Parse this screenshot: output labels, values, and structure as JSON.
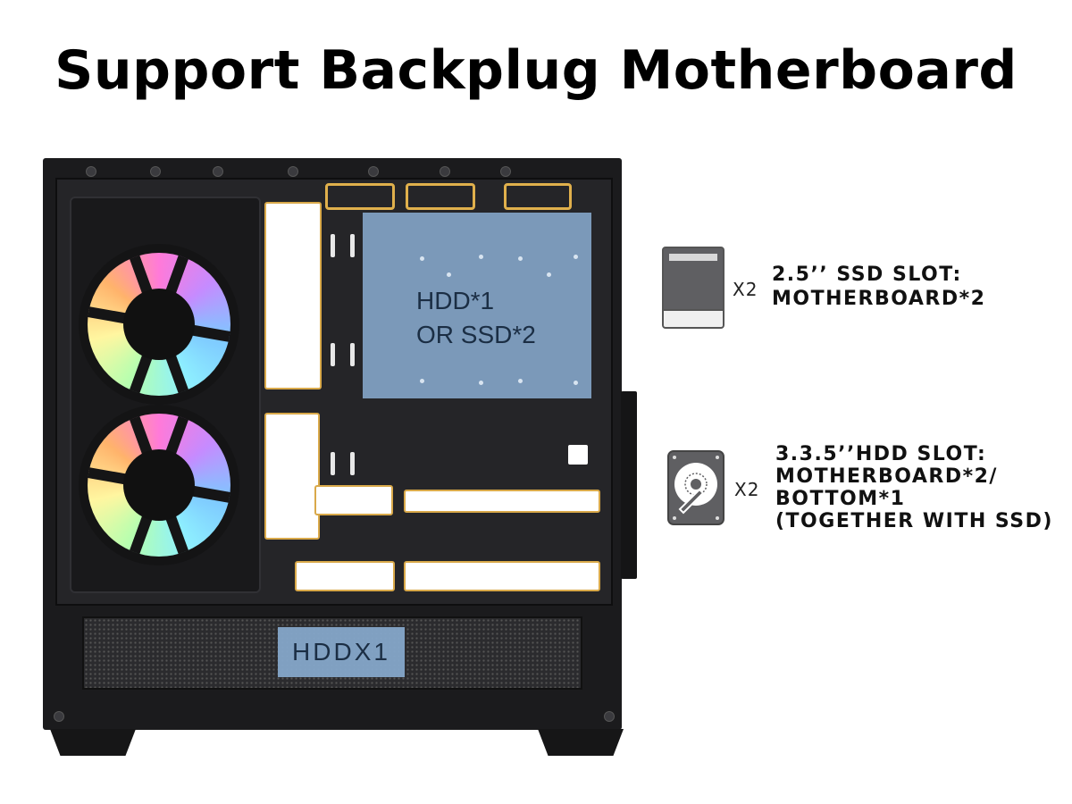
{
  "title": "Support Backplug Motherboard",
  "case_labels": {
    "hdd_area_line1": "HDD*1",
    "hdd_area_line2": "OR SSD*2",
    "bottom_bay": "HDDX1"
  },
  "legend": [
    {
      "icon": "ssd-icon",
      "qty": "X2",
      "lines": [
        "2.5’’ SSD SLOT:",
        "MOTHERBOARD*2"
      ]
    },
    {
      "icon": "hdd-icon",
      "qty": "X2",
      "lines": [
        "3.3.5’’HDD SLOT:",
        "MOTHERBOARD*2/",
        "BOTTOM*1",
        "(TOGETHER WITH SSD)"
      ]
    }
  ],
  "colors": {
    "highlight": "#e0b04c",
    "hdd_area": "#85a6c9",
    "case": "#1b1b1d"
  }
}
